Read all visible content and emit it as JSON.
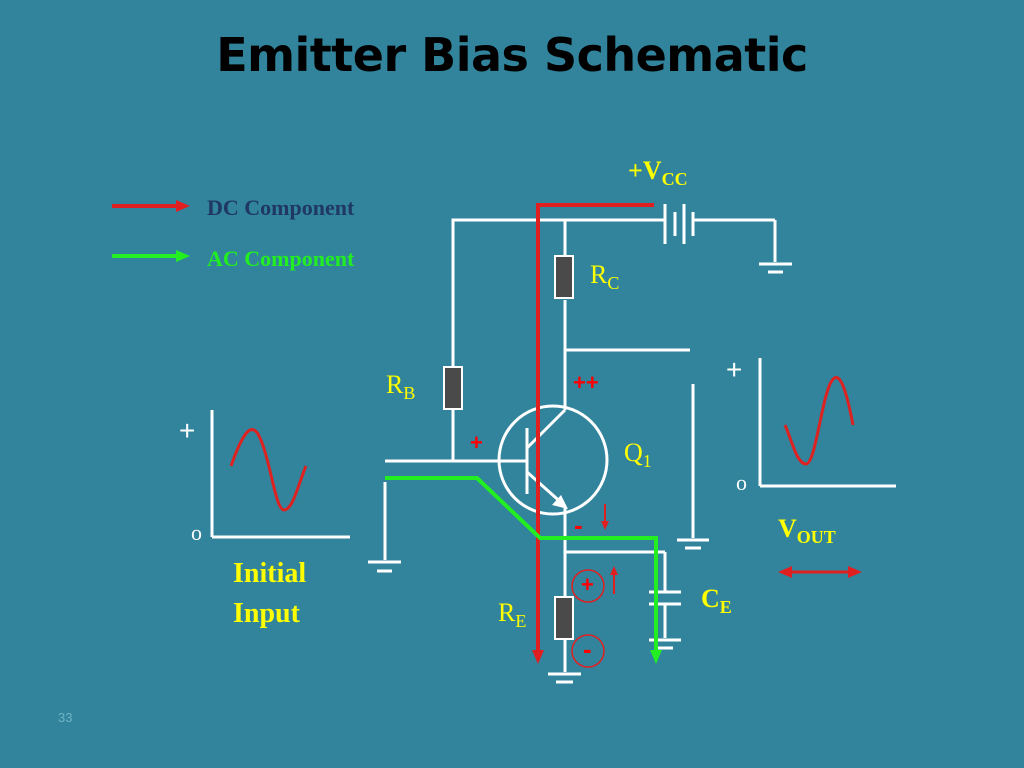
{
  "slide": {
    "title": "Emitter Bias Schematic",
    "slide_number": "33",
    "background": "#31849b"
  },
  "legend": {
    "dc_label": "DC Component",
    "ac_label": "AC Component",
    "dc_color": "#e02020",
    "ac_color": "#22ee22"
  },
  "components": {
    "vcc": {
      "main": "+V",
      "sub": "CC"
    },
    "rc": {
      "main": "R",
      "sub": "C"
    },
    "rb": {
      "main": "R",
      "sub": "B"
    },
    "re": {
      "main": "R",
      "sub": "E"
    },
    "q1": {
      "main": "Q",
      "sub": "1"
    },
    "ce": {
      "main": "C",
      "sub": "E"
    },
    "vout": {
      "main": "V",
      "sub": "OUT"
    }
  },
  "input_graph": {
    "plus": "+",
    "origin": "o",
    "caption_line1": "Initial",
    "caption_line2": "Input"
  },
  "output_graph": {
    "plus": "+",
    "origin": "o"
  },
  "polarity": {
    "collector": "++",
    "base": "+",
    "emitter": "-",
    "re_top": "+",
    "re_bottom": "-"
  },
  "icons": [
    "battery-icon",
    "ground-icon",
    "resistor-icon",
    "capacitor-icon",
    "npn-transistor-icon",
    "sine-wave-icon"
  ]
}
